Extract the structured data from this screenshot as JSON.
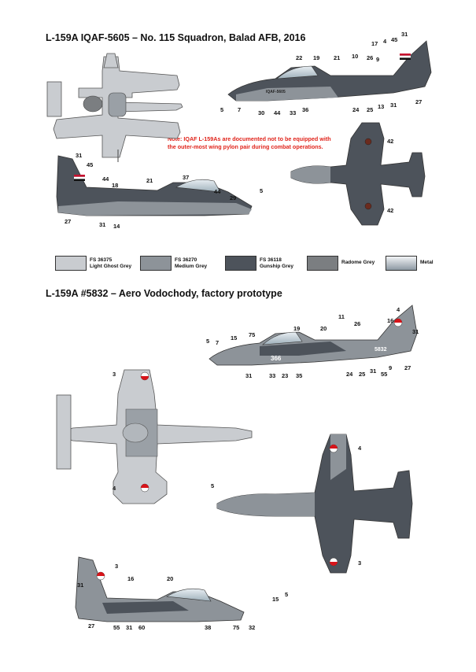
{
  "section1": {
    "title": "L-159A IQAF-5605 – No. 115 Squadron, Balad AFB, 2016",
    "note": "Note: IQAF L-159As are documented not to be equipped with the outer-most wing pylon pair during combat operations."
  },
  "section2": {
    "title": "L-159A #5832 – Aero Vodochody, factory prototype"
  },
  "legend": [
    {
      "code": "FS 36375",
      "name": "Light Ghost Grey",
      "color": "#c9ccd0"
    },
    {
      "code": "FS 36270",
      "name": "Medium Grey",
      "color": "#8d9399"
    },
    {
      "code": "FS 36118",
      "name": "Gunship Grey",
      "color": "#4d535b"
    },
    {
      "code": "Radome Grey",
      "name": "",
      "color": "#7b7e81"
    },
    {
      "code": "Metal",
      "name": "",
      "color": "#b8c4cc"
    }
  ],
  "callouts": {
    "s1_side_right": [
      "22",
      "19",
      "21",
      "10",
      "26",
      "9",
      "17",
      "4",
      "45",
      "31",
      "5",
      "7",
      "30",
      "44",
      "33",
      "36",
      "24",
      "25",
      "13",
      "31",
      "27"
    ],
    "s1_side_left": [
      "31",
      "45",
      "44",
      "18",
      "21",
      "37",
      "44",
      "29",
      "27",
      "31",
      "14"
    ],
    "s1_bottom": [
      "42",
      "42",
      "5"
    ],
    "s2_side_right": [
      "5",
      "7",
      "15",
      "75",
      "19",
      "20",
      "11",
      "26",
      "16",
      "4",
      "31",
      "31",
      "33",
      "23",
      "35",
      "24",
      "25",
      "31",
      "55",
      "9",
      "27"
    ],
    "s2_top": [
      "3",
      "4"
    ],
    "s2_bottom": [
      "5",
      "4",
      "3"
    ],
    "s2_side_left": [
      "3",
      "31",
      "16",
      "20",
      "15",
      "5",
      "27",
      "55",
      "31",
      "60",
      "38",
      "75",
      "32"
    ]
  },
  "markings": {
    "s1_serial": "IQAF-5605",
    "s2_serial": "5832",
    "s2_code": "366"
  }
}
